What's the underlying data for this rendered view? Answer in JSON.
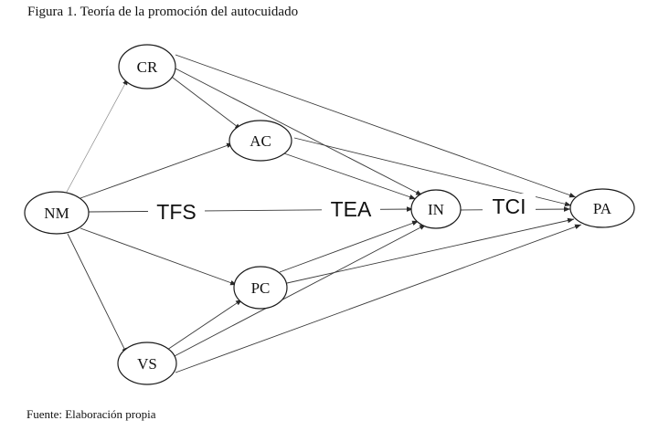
{
  "figure": {
    "caption": "Figura 1. Teoría de la promoción del autocuidado",
    "source": "Fuente: Elaboración propia"
  },
  "nodes": {
    "NM": "NM",
    "CR": "CR",
    "AC": "AC",
    "PC": "PC",
    "VS": "VS",
    "IN": "IN",
    "PA": "PA"
  },
  "edge_labels": {
    "TFS": "TFS",
    "TEA": "TEA",
    "TCI": "TCI"
  },
  "edges": [
    {
      "from": "NM",
      "to": "CR"
    },
    {
      "from": "NM",
      "to": "AC"
    },
    {
      "from": "NM",
      "to": "IN"
    },
    {
      "from": "NM",
      "to": "PC"
    },
    {
      "from": "NM",
      "to": "VS"
    },
    {
      "from": "CR",
      "to": "AC"
    },
    {
      "from": "CR",
      "to": "IN"
    },
    {
      "from": "CR",
      "to": "PA"
    },
    {
      "from": "AC",
      "to": "IN"
    },
    {
      "from": "AC",
      "to": "PA"
    },
    {
      "from": "IN",
      "to": "PA"
    },
    {
      "from": "PC",
      "to": "IN"
    },
    {
      "from": "PC",
      "to": "PA"
    },
    {
      "from": "VS",
      "to": "PC"
    },
    {
      "from": "VS",
      "to": "IN"
    },
    {
      "from": "VS",
      "to": "PA"
    }
  ]
}
